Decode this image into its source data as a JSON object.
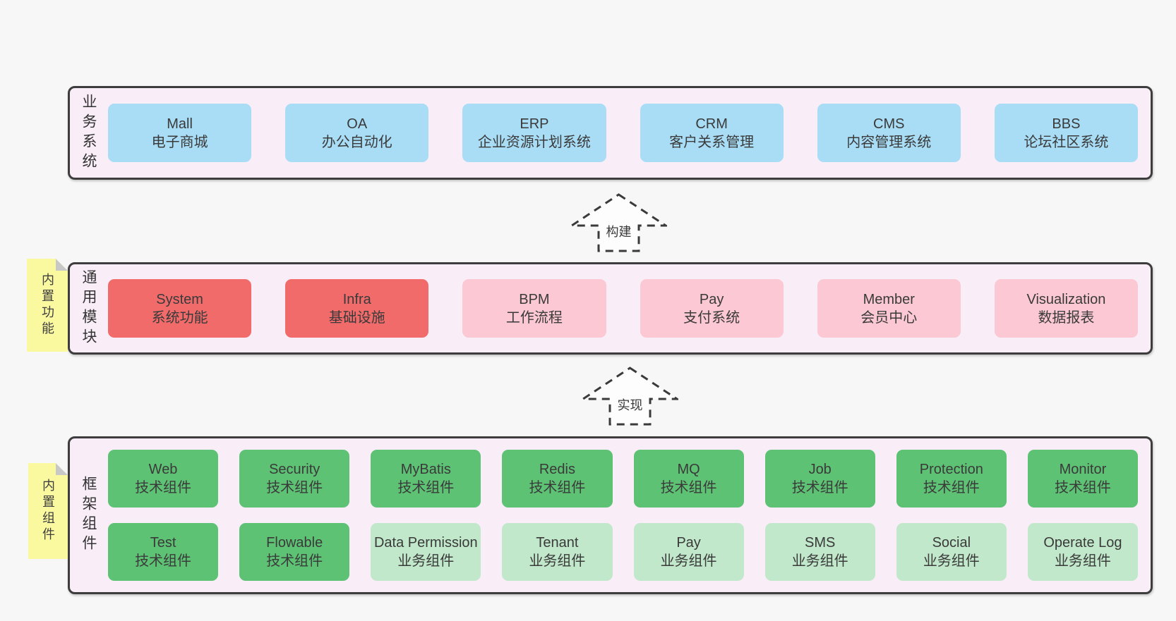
{
  "colors": {
    "page_bg": "#f7f7f7",
    "panel_bg": "#f9eef7",
    "panel_border": "#3d3d3d",
    "blue": "#a9ddf6",
    "red": "#f16b6b",
    "pink": "#fbc8d3",
    "green_dark": "#5ec274",
    "green_light": "#c1e8cb",
    "note_yellow": "#fbf9a0",
    "note_fold": "#c8c8c8",
    "text": "#3a3a3a"
  },
  "arrows": [
    {
      "label": "构建"
    },
    {
      "label": "实现"
    }
  ],
  "layers": [
    {
      "side_label": "业务系统",
      "rows": [
        [
          {
            "title": "Mall",
            "subtitle": "电子商城"
          },
          {
            "title": "OA",
            "subtitle": "办公自动化"
          },
          {
            "title": "ERP",
            "subtitle": "企业资源计划系统"
          },
          {
            "title": "CRM",
            "subtitle": "客户关系管理"
          },
          {
            "title": "CMS",
            "subtitle": "内容管理系统"
          },
          {
            "title": "BBS",
            "subtitle": "论坛社区系统"
          }
        ]
      ]
    },
    {
      "side_label": "通用模块",
      "note": "内置功能",
      "rows": [
        [
          {
            "title": "System",
            "subtitle": "系统功能"
          },
          {
            "title": "Infra",
            "subtitle": "基础设施"
          },
          {
            "title": "BPM",
            "subtitle": "工作流程"
          },
          {
            "title": "Pay",
            "subtitle": "支付系统"
          },
          {
            "title": "Member",
            "subtitle": "会员中心"
          },
          {
            "title": "Visualization",
            "subtitle": "数据报表"
          }
        ]
      ]
    },
    {
      "side_label": "框架组件",
      "note": "内置组件",
      "rows": [
        [
          {
            "title": "Web",
            "subtitle": "技术组件"
          },
          {
            "title": "Security",
            "subtitle": "技术组件"
          },
          {
            "title": "MyBatis",
            "subtitle": "技术组件"
          },
          {
            "title": "Redis",
            "subtitle": "技术组件"
          },
          {
            "title": "MQ",
            "subtitle": "技术组件"
          },
          {
            "title": "Job",
            "subtitle": "技术组件"
          },
          {
            "title": "Protection",
            "subtitle": "技术组件"
          },
          {
            "title": "Monitor",
            "subtitle": "技术组件"
          }
        ],
        [
          {
            "title": "Test",
            "subtitle": "技术组件"
          },
          {
            "title": "Flowable",
            "subtitle": "技术组件"
          },
          {
            "title": "Data Permission",
            "subtitle": "业务组件"
          },
          {
            "title": "Tenant",
            "subtitle": "业务组件"
          },
          {
            "title": "Pay",
            "subtitle": "业务组件"
          },
          {
            "title": "SMS",
            "subtitle": "业务组件"
          },
          {
            "title": "Social",
            "subtitle": "业务组件"
          },
          {
            "title": "Operate Log",
            "subtitle": "业务组件"
          }
        ]
      ]
    }
  ]
}
